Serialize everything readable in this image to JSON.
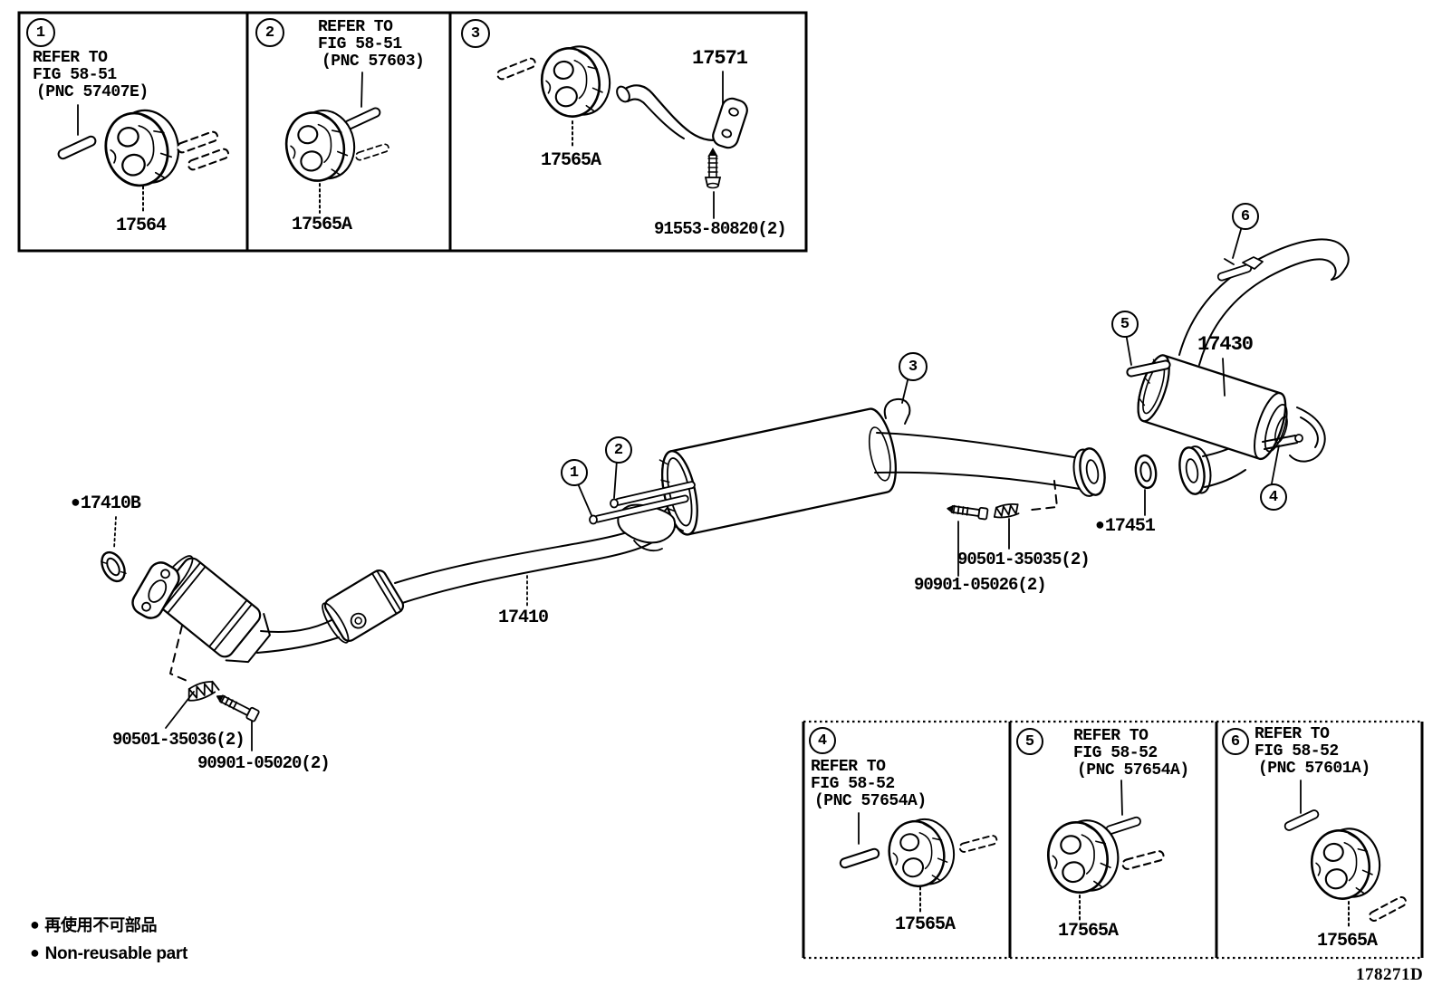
{
  "doc": {
    "figure_code": "178271D"
  },
  "marks": {
    "nonreusable_bullet": "●"
  },
  "legend": {
    "jp": "再使用不可部品",
    "en": "Non-reusable part"
  },
  "ref_boxes": [
    {
      "num": "1",
      "refer": [
        "REFER TO",
        "FIG 58-51",
        "(PNC 57407E)"
      ],
      "part": "17564"
    },
    {
      "num": "2",
      "refer": [
        "REFER TO",
        "FIG 58-51",
        "(PNC 57603)"
      ],
      "part": "17565A"
    },
    {
      "num": "3",
      "refer": [],
      "part": "17565A",
      "part2": "17571",
      "part3": "91553-80820(2)"
    },
    {
      "num": "4",
      "refer": [
        "REFER TO",
        "FIG 58-52",
        "(PNC 57654A)"
      ],
      "part": "17565A"
    },
    {
      "num": "5",
      "refer": [
        "REFER TO",
        "FIG 58-52",
        "(PNC 57654A)"
      ],
      "part": "17565A"
    },
    {
      "num": "6",
      "refer": [
        "REFER TO",
        "FIG 58-52",
        "(PNC 57601A)"
      ],
      "part": "17565A"
    }
  ],
  "diagram": {
    "callouts": {
      "c1": "1",
      "c2": "2",
      "c3": "3",
      "c4": "4",
      "c5": "5",
      "c6": "6"
    },
    "labels": {
      "front_gasket": "17410B",
      "front_pipe": "17410",
      "front_spring": "90501-35036(2)",
      "front_bolt": "90901-05020(2)",
      "center_gasket": "17451",
      "rear_spring": "90501-35035(2)",
      "rear_bolt": "90901-05026(2)",
      "rear_muffler": "17430"
    }
  }
}
